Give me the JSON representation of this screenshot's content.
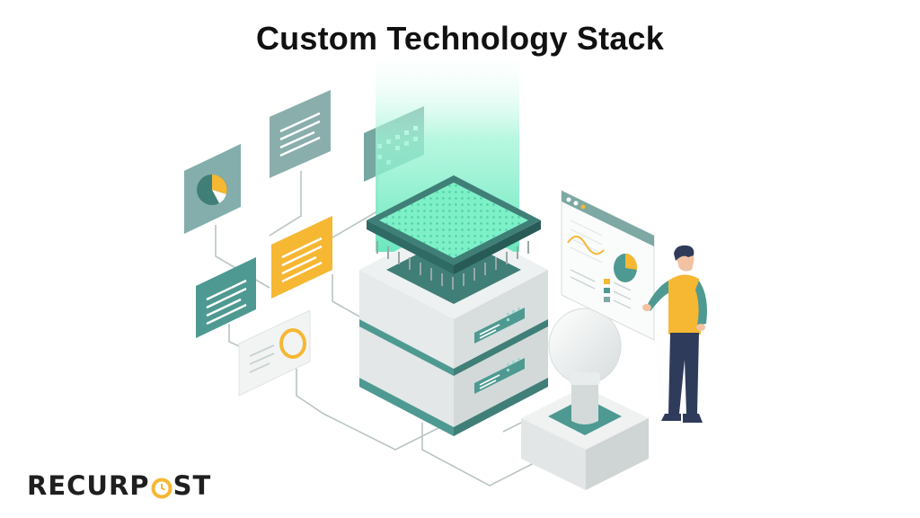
{
  "title": "Custom Technology Stack",
  "brand": {
    "name_before": "RECURP",
    "name_after": "ST",
    "logo_icon": "clock-o-icon"
  },
  "colors": {
    "teal": "#4e9a92",
    "teal_dark": "#3f7f78",
    "mint_glow": "#7ff0cc",
    "orange": "#f6b733",
    "slate": "#7da8a4",
    "text": "#111111"
  }
}
